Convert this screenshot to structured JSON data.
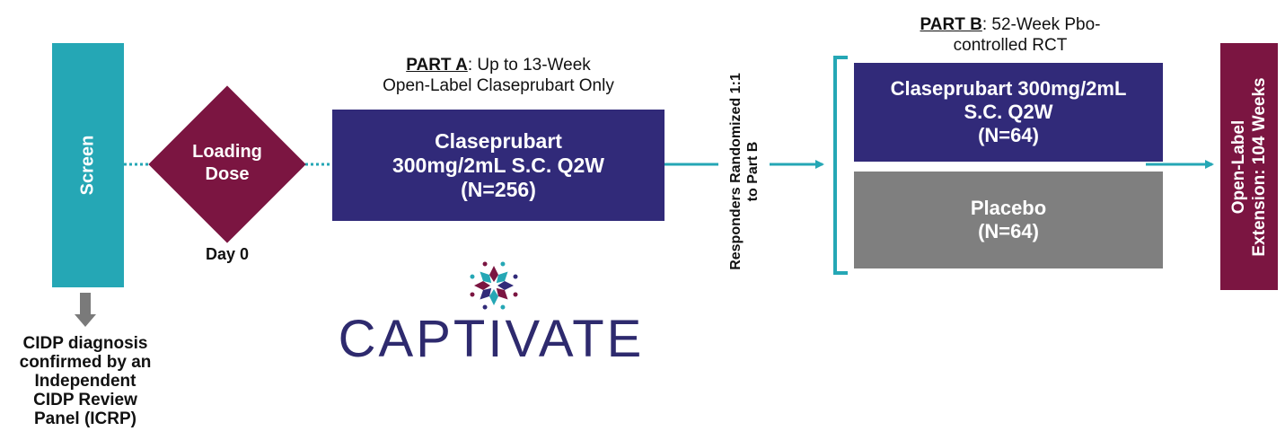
{
  "colors": {
    "teal": "#25A7B5",
    "maroon": "#7B1541",
    "indigo": "#312A79",
    "gray": "#7F7F7F",
    "arrow_gray": "#7A7A7A"
  },
  "screen": {
    "label": "Screen"
  },
  "diagnosis": {
    "lines": [
      "CIDP diagnosis",
      "confirmed by an",
      "Independent",
      "CIDP Review",
      "Panel (ICRP)"
    ]
  },
  "loading_dose": {
    "line1": "Loading",
    "line2": "Dose",
    "day_label": "Day 0"
  },
  "part_a": {
    "header_bold": "PART A",
    "header_rest": ": Up to 13-Week",
    "header_line2": "Open-Label Claseprubart Only",
    "box_line1": "Claseprubart",
    "box_line2": "300mg/2mL S.C. Q2W",
    "box_line3": "(N=256)"
  },
  "randomization": {
    "line1": "Responders Randomized 1:1",
    "line2": "to Part B"
  },
  "part_b": {
    "header_bold": "PART B",
    "header_rest": ": 52-Week Pbo-",
    "header_line2": "controlled RCT",
    "arm1_line1": "Claseprubart 300mg/2mL",
    "arm1_line2": "S.C. Q2W",
    "arm1_line3": "(N=64)",
    "arm2_line1": "Placebo",
    "arm2_line2": "(N=64)"
  },
  "extension": {
    "line1": "Open-Label",
    "line2": "Extension: 104 Weeks"
  },
  "logo": {
    "text": "CAPTIVATE"
  }
}
